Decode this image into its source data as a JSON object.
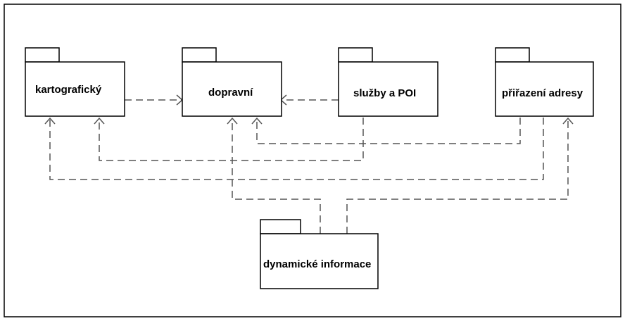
{
  "diagram": {
    "packages": {
      "kartograficky": "kartografický",
      "dopravni": "dopravní",
      "sluzby": "služby a POI",
      "prirazeni": "přiřazení adresy",
      "dynamicke": "dynamické informace"
    },
    "dependencies": [
      {
        "from": "kartografický",
        "to": "dopravní"
      },
      {
        "from": "služby a POI",
        "to": "dopravní"
      },
      {
        "from": "služby a POI",
        "to": "kartografický"
      },
      {
        "from": "přiřazení adresy",
        "to": "dopravní"
      },
      {
        "from": "přiřazení adresy",
        "to": "kartografický"
      },
      {
        "from": "dynamické informace",
        "to": "dopravní"
      },
      {
        "from": "dynamické informace",
        "to": "přiřazení adresy"
      }
    ],
    "colors": {
      "line": "#555555",
      "border": "#000000",
      "background": "#ffffff"
    }
  }
}
